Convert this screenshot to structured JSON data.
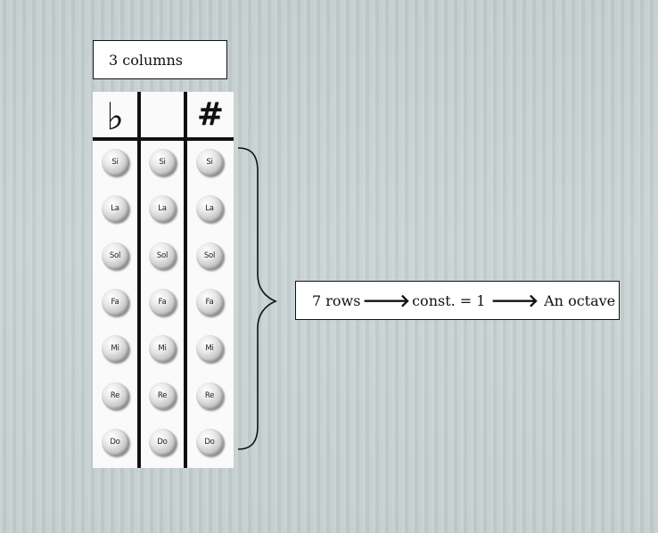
{
  "columns_label": "3 columns",
  "octave_label": {
    "part1": "7 rows",
    "part2": "const. = 1",
    "part3": "An octave",
    "arrow_icon": "right-arrow-icon"
  },
  "headers": {
    "flat": "♭",
    "natural": "",
    "sharp": "#"
  },
  "note_rows": [
    "Si",
    "La",
    "Sol",
    "Fa",
    "Mi",
    "Re",
    "Do"
  ],
  "column_count": 3,
  "colors": {
    "background": "#c6d0d0",
    "line": "#111111",
    "box_fill": "#ffffff"
  }
}
